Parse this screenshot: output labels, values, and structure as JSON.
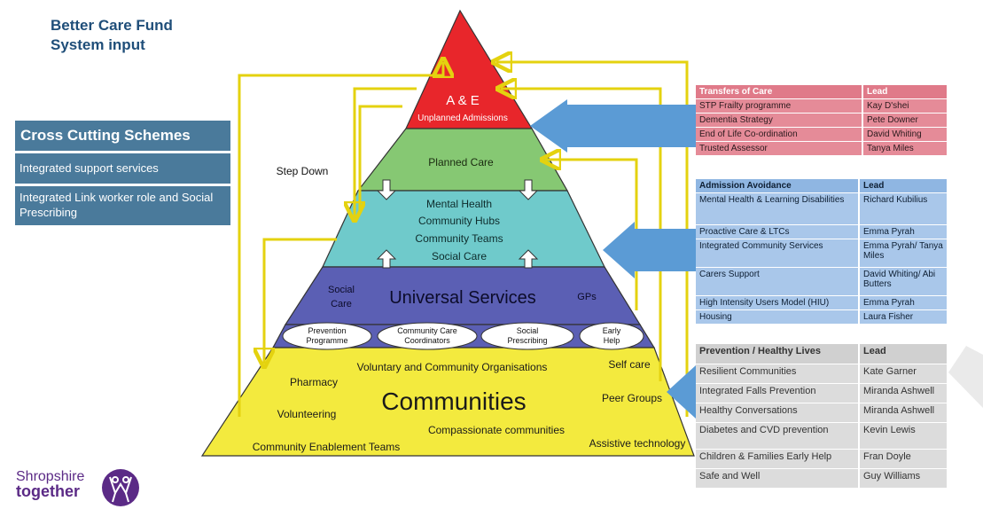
{
  "title": {
    "line1": "Better Care Fund",
    "line2": "System input"
  },
  "cross_cutting": {
    "heading": "Cross Cutting Schemes",
    "items": [
      "Integrated support services",
      "Integrated Link worker role and Social Prescribing"
    ]
  },
  "pyramid": {
    "ae": {
      "title": "A & E",
      "sub": "Unplanned Admissions"
    },
    "planned": "Planned Care",
    "step_down": "Step Down",
    "middle": [
      "Mental Health",
      "Community Hubs",
      "Community Teams",
      "Social Care"
    ],
    "universal": {
      "title": "Universal Services",
      "social_care_1": "Social",
      "social_care_2": "Care",
      "gps": "GPs"
    },
    "ovals": [
      {
        "l1": "Prevention",
        "l2": "Programme"
      },
      {
        "l1": "Community Care",
        "l2": "Coordinators"
      },
      {
        "l1": "Social",
        "l2": "Prescribing"
      },
      {
        "l1": "Early",
        "l2": "Help"
      }
    ],
    "communities": {
      "title": "Communities",
      "voluntary": "Voluntary and Community Organisations",
      "self_care": "Self care",
      "pharmacy": "Pharmacy",
      "peer_groups": "Peer Groups",
      "volunteering": "Volunteering",
      "compassionate": "Compassionate communities",
      "enablement": "Community Enablement Teams",
      "assistive": "Assistive technology"
    }
  },
  "transfers": {
    "header": [
      "Transfers of Care",
      "Lead"
    ],
    "rows": [
      [
        "STP Frailty programme",
        "Kay D'shei"
      ],
      [
        "Dementia Strategy",
        "Pete Downer"
      ],
      [
        "End of Life Co-ordination",
        "David Whiting"
      ],
      [
        "Trusted Assessor",
        "Tanya Miles"
      ]
    ]
  },
  "admission": {
    "header": [
      "Admission Avoidance",
      "Lead"
    ],
    "rows": [
      [
        "Mental Health & Learning Disabilities",
        "Richard Kubilius"
      ],
      [
        "Proactive Care & LTCs",
        "Emma Pyrah"
      ],
      [
        "Integrated Community Services",
        "Emma Pyrah/ Tanya Miles"
      ],
      [
        "Carers Support",
        "David Whiting/ Abi Butters"
      ],
      [
        "High Intensity Users Model (HIU)",
        "Emma Pyrah"
      ],
      [
        "Housing",
        "Laura Fisher"
      ]
    ]
  },
  "prevention": {
    "header": [
      "Prevention / Healthy Lives",
      "Lead"
    ],
    "rows": [
      [
        "Resilient Communities",
        "Kate Garner"
      ],
      [
        "Integrated Falls Prevention",
        "Miranda Ashwell"
      ],
      [
        "Healthy Conversations",
        "Miranda Ashwell"
      ],
      [
        "Diabetes and CVD prevention",
        "Kevin Lewis"
      ],
      [
        "Children & Families Early Help",
        "Fran Doyle"
      ],
      [
        "Safe and Well",
        "Guy Williams"
      ]
    ]
  },
  "logo": {
    "line1": "Shropshire",
    "line2": "together"
  },
  "colors": {
    "ae": "#e8262b",
    "planned": "#86c873",
    "middle": "#6fcacb",
    "universal": "#5b5fb4",
    "communities": "#f3ea3e",
    "arrow_blue": "#5b9bd5",
    "yellow_arrow": "#e4d20f",
    "brand": "#5b2a86"
  }
}
